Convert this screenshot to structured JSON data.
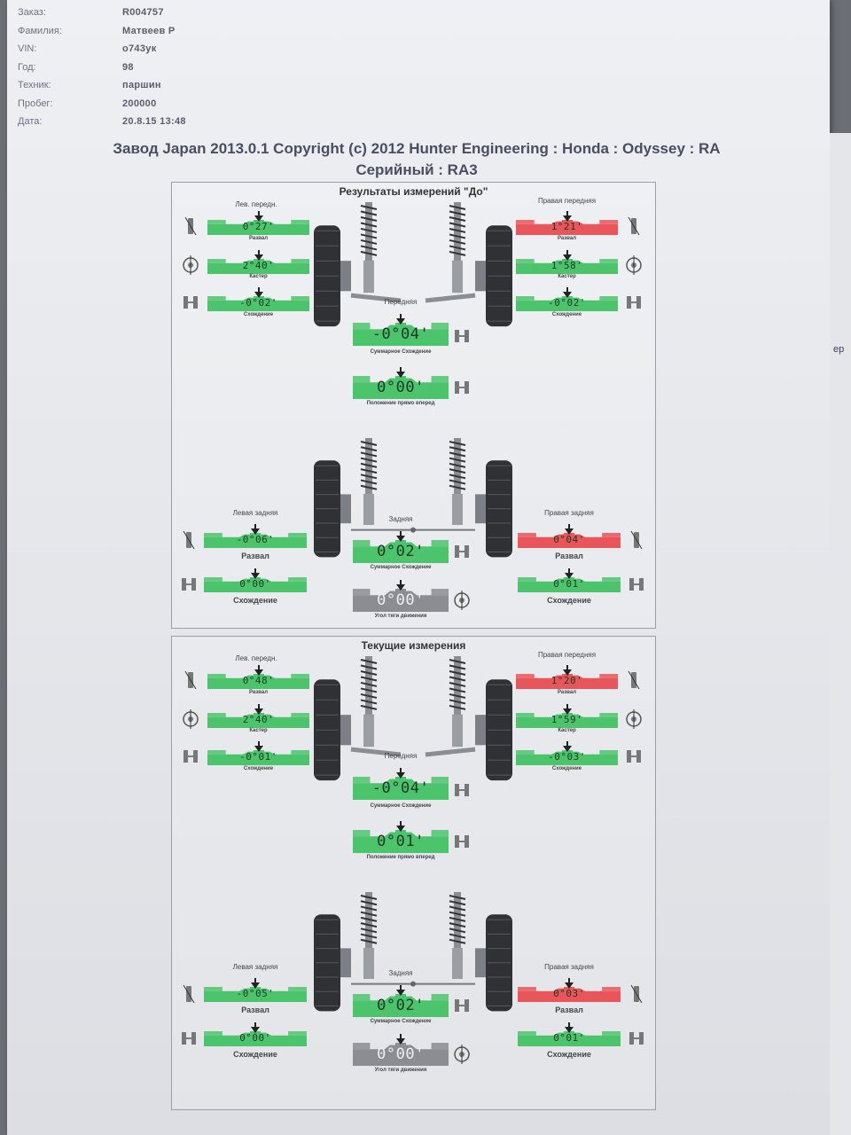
{
  "header": {
    "rows": [
      {
        "label": "Заказ:",
        "value": "R004757"
      },
      {
        "label": "Фамилия:",
        "value": "Матвеев Р"
      },
      {
        "label": "VIN:",
        "value": "о743ук"
      },
      {
        "label": "Год:",
        "value": "98"
      },
      {
        "label": "Техник:",
        "value": "паршин"
      },
      {
        "label": "Пробег:",
        "value": "200000"
      },
      {
        "label": "Дата:",
        "value": "20.8.15 13:48"
      }
    ],
    "title_line1": "Завод Japan 2013.0.1 Copyright (c) 2012 Hunter Engineering : Honda : Odyssey : RA",
    "title_line2": "Серийный : RA3"
  },
  "side_text": "ер",
  "colors": {
    "in_spec": "#4cc46c",
    "out_spec": "#e8555a",
    "neutral": "#8b8d92"
  },
  "before": {
    "title": "Результаты измерений \"До\"",
    "front_left": {
      "title": "Лев. передн.",
      "camber": "0°27'",
      "caster": "2°40'",
      "toe": "-0°02'"
    },
    "front_right": {
      "title": "Правая передняя",
      "camber": "1°21'",
      "caster": "1°58'",
      "toe": "-0°02'"
    },
    "front": {
      "title": "Передняя",
      "total_toe": "-0°04'",
      "setback": "0°00'"
    },
    "rear_left": {
      "title": "Левая задняя",
      "camber": "-0°06'",
      "toe": "0°00'"
    },
    "rear_right": {
      "title": "Правая задняя",
      "camber": "0°04'",
      "toe": "0°01'"
    },
    "rear": {
      "title": "Задняя",
      "total_toe": "0°02'",
      "thrust": "0°00'"
    }
  },
  "current": {
    "title": "Текущие измерения",
    "front_left": {
      "title": "Лев. передн.",
      "camber": "0°48'",
      "caster": "2°40'",
      "toe": "-0°01'"
    },
    "front_right": {
      "title": "Правая передняя",
      "camber": "1°20'",
      "caster": "1°59'",
      "toe": "-0°03'"
    },
    "front": {
      "title": "Передняя",
      "total_toe": "-0°04'",
      "setback": "0°01'"
    },
    "rear_left": {
      "title": "Левая задняя",
      "camber": "-0°05'",
      "toe": "0°00'"
    },
    "rear_right": {
      "title": "Правая задняя",
      "camber": "0°03'",
      "toe": "0°01'"
    },
    "rear": {
      "title": "Задняя",
      "total_toe": "0°02'",
      "thrust": "0°00'"
    }
  },
  "labels": {
    "camber": "Развал",
    "caster": "Кастер",
    "toe": "Схождение",
    "total_toe": "Суммарное Схождение",
    "setback": "Положение прямо вперед",
    "thrust": "Угол тяги движения"
  }
}
